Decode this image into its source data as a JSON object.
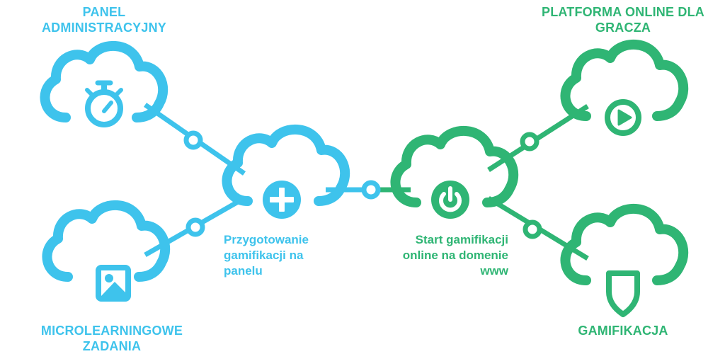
{
  "colors": {
    "blue": "#3ec3ec",
    "green": "#2fb574"
  },
  "nodes": {
    "admin": {
      "label_lines": [
        "PANEL",
        "ADMINISTRACYJNY"
      ],
      "icon": "stopwatch-icon"
    },
    "micro": {
      "label_lines": [
        "MICROLEARNINGOWE",
        "ZADANIA"
      ],
      "icon": "image-icon"
    },
    "prep": {
      "label_lines": [
        "Przygotowanie",
        "gamifikacji na",
        "panelu"
      ],
      "icon": "plus-icon"
    },
    "start": {
      "label_lines": [
        "Start gamifikacji",
        "online na domenie",
        "www"
      ],
      "icon": "power-icon"
    },
    "platform": {
      "label_lines": [
        "PLATFORMA ONLINE DLA",
        "GRACZA"
      ],
      "icon": "play-icon"
    },
    "gamification": {
      "label_lines": [
        "GAMIFIKACJA"
      ],
      "icon": "shield-icon"
    }
  }
}
